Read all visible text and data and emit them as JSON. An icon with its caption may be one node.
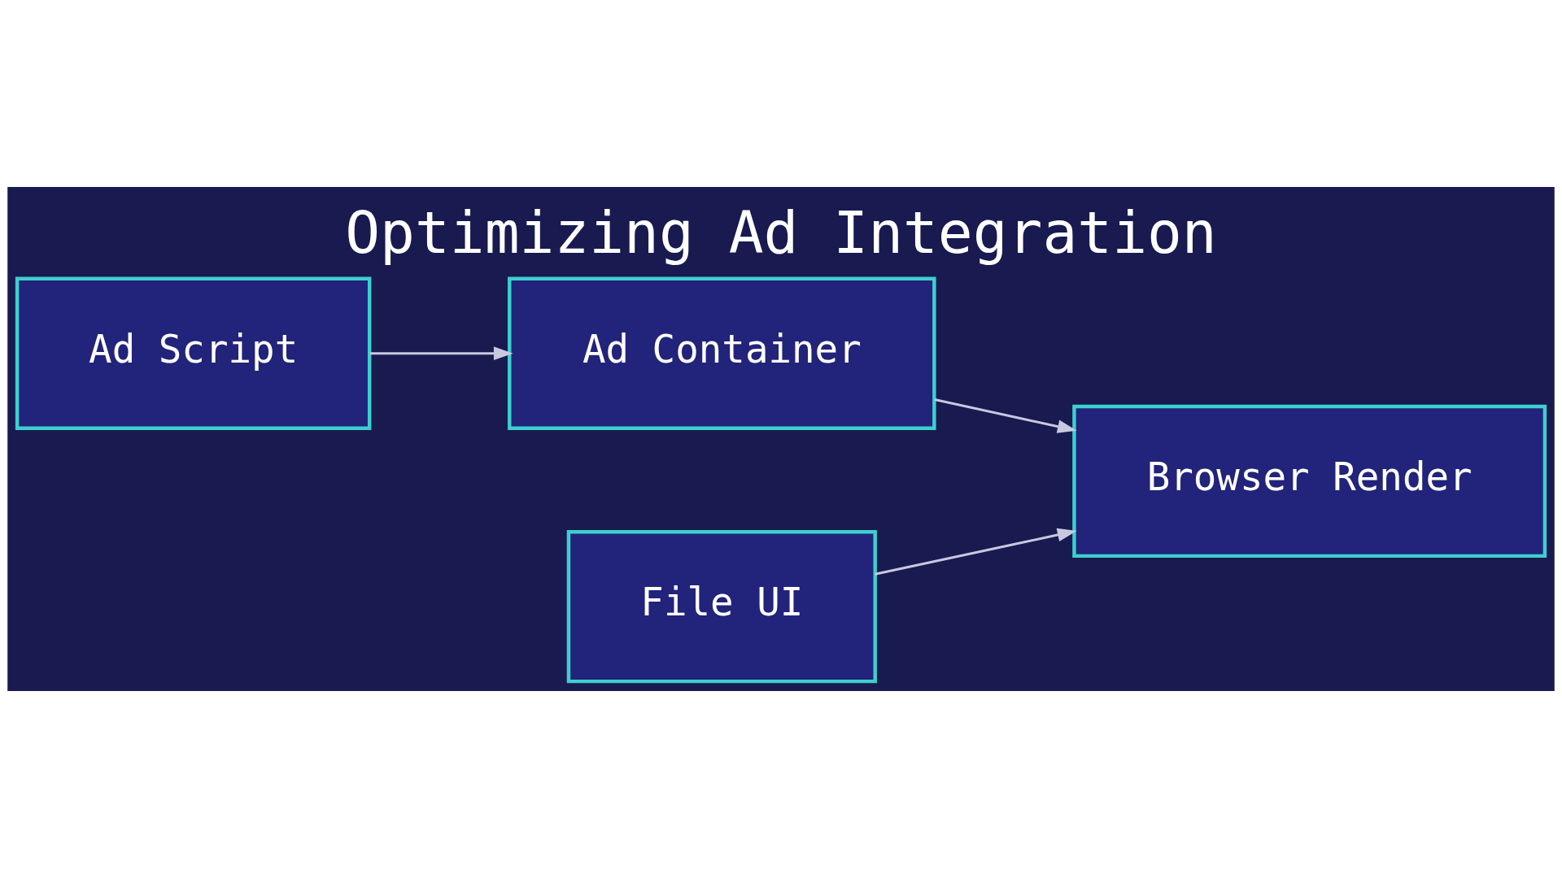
{
  "diagram": {
    "title": "Optimizing Ad Integration",
    "nodes": [
      {
        "text": [
          "Ad Script"
        ]
      },
      {
        "text": [
          "Ad Container"
        ]
      },
      {
        "text": [
          "File UI"
        ]
      },
      {
        "text": [
          "Browser Render"
        ]
      }
    ],
    "edges": [
      {
        "from": 0,
        "to": 1,
        "arrow": "to"
      },
      {
        "from": 1,
        "to": 3,
        "arrow": "to"
      },
      {
        "from": 2,
        "to": 3,
        "arrow": "to"
      }
    ]
  }
}
